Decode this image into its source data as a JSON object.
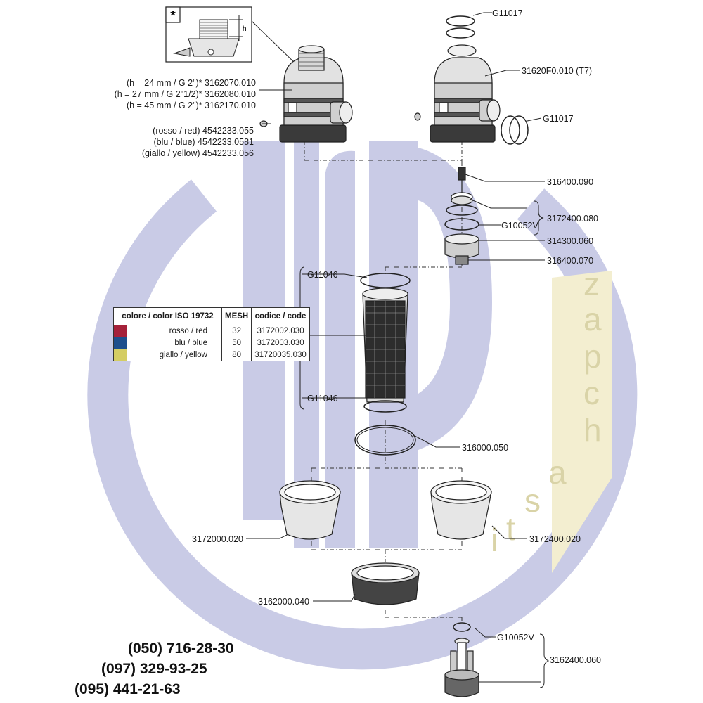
{
  "inset": {
    "marker": "*",
    "dimension": "h"
  },
  "left_labels": {
    "h24": "(h = 24 mm / G 2\")* 3162070.010",
    "h27": "(h = 27 mm / G 2\"1/2)* 3162080.010",
    "h45": "(h = 45 mm / G 2\")* 3162170.010",
    "rosso": "(rosso / red) 4542233.055",
    "blu": "(blu / blue) 4542233.0581",
    "giallo": "(giallo / yellow) 4542233.056"
  },
  "parts": {
    "g11017_top": "G11017",
    "head": "31620F0.010 (T7)",
    "g11017_side": "G11017",
    "p316400_090": "316400.090",
    "p3172400_080": "3172400.080",
    "g10052v_mid": "G10052V",
    "p314300_060": "314300.060",
    "p316400_070": "316400.070",
    "g11046_top": "G11046",
    "g11046_bottom": "G11046",
    "p316000_050": "316000.050",
    "p3172000_020": "3172000.020",
    "p3172400_020": "3172400.020",
    "p3162000_040": "3162000.040",
    "g10052v_bottom": "G10052V",
    "p3162400_060": "3162400.060"
  },
  "table": {
    "headers": [
      "colore / color ISO 19732",
      "MESH",
      "codice / code"
    ],
    "rows": [
      {
        "name": "rosso / red",
        "mesh": "32",
        "code": "3172002.030",
        "color": "#a5213a"
      },
      {
        "name": "blu / blue",
        "mesh": "50",
        "code": "3172003.030",
        "color": "#1e4f8c"
      },
      {
        "name": "giallo / yellow",
        "mesh": "80",
        "code": "31720035.030",
        "color": "#d4cd63"
      }
    ]
  },
  "phones": [
    "(050) 716-28-30",
    "(097) 329-93-25",
    "(095) 441-21-63"
  ],
  "watermark": {
    "letters": [
      "z",
      "a",
      "p",
      "c",
      "h",
      "a",
      "s",
      "t",
      "i"
    ],
    "logo_color": "#c9cbe6",
    "text_color": "#d9d3a7"
  }
}
